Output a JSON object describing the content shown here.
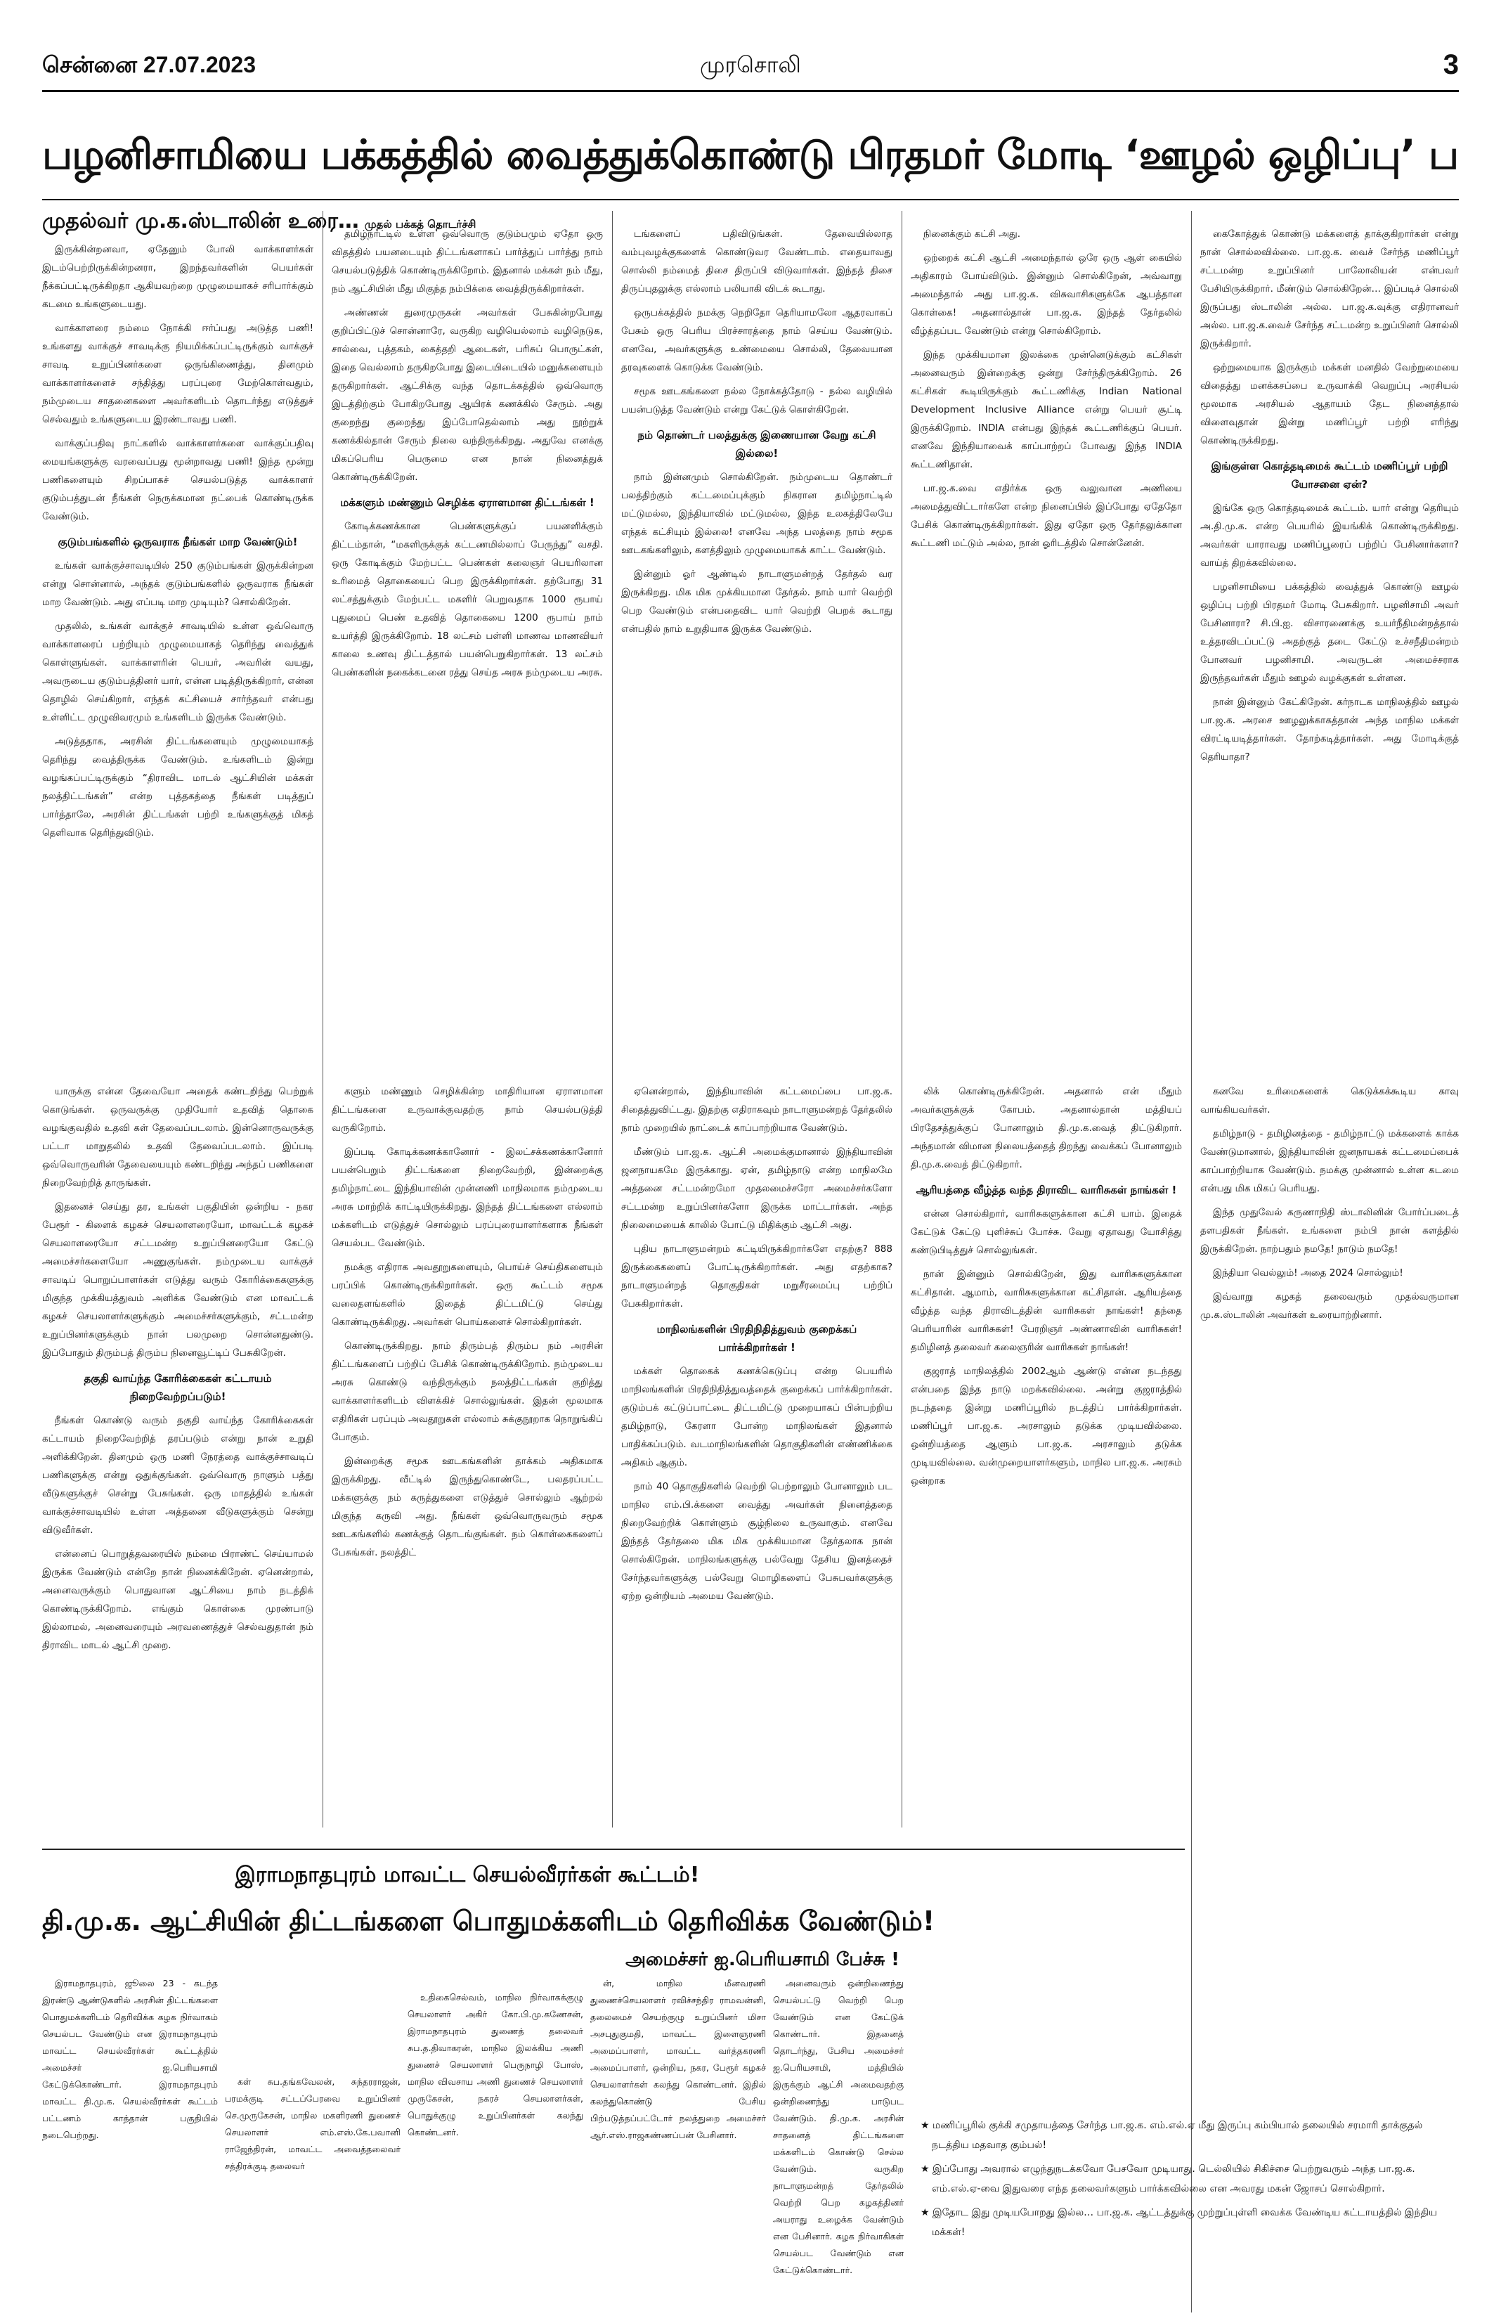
{
  "masthead": {
    "date": "சென்னை 27.07.2023",
    "paper": "முரசொலி",
    "page": "3"
  },
  "headline": "பழனிசாமியை பக்கத்தில் வைத்துக்கொண்டு பிரதமர் மோடி ‘ஊழல் ஒழிப்பு’ பற்றிப் பேசுவதா?",
  "kicker": {
    "title": "முதல்வர் மு.க.ஸ்டாலின் உரை…",
    "cont": "முதல் பக்கத் தொடர்ச்சி"
  },
  "columns": {
    "c1a": [
      "இருக்கின்றனவா, ஏதேனும் போலி வாக்காளர்கள் இடம்பெற்றிருக்கின்றனரா, இறந்தவர்களின் பெயர்கள் நீக்கப்பட்டிருக்கிறதா ஆகியவற்றை முழுமையாகச் சரிபார்க்கும் கடமை உங்களுடையது.",
      "வாக்காளரை நம்மை நோக்கி ஈர்ப்பது அடுத்த பணி! உங்களது வாக்குச் சாவடிக்கு நியமிக்கப்பட்டிருக்கும் வாக்குச் சாவடி உறுப்பினர்களை ஒருங்கிணைத்து, தினமும் வாக்காளர்களைச் சந்தித்து பரப்புரை மேற்கொள்வதும், நம்முடைய சாதனைகளை அவர்களிடம் தொடர்ந்து எடுத்துச் செல்வதும் உங்களுடைய இரண்டாவது பணி.",
      "வாக்குப்பதிவு நாட்களில் வாக்காளர்களை வாக்குப்பதிவு மையங்களுக்கு வரவைப்பது மூன்றாவது பணி! இந்த மூன்று பணிகளையும் சிறப்பாகச் செயல்படுத்த வாக்காளர் குடும்பத்துடன் நீங்கள் நெருக்கமான நட்பைக் கொண்டிருக்க வேண்டும்."
    ],
    "c1a_sub": "குடும்பங்களில் ஒருவராக நீங்கள் மாற வேண்டும்!",
    "c1b": [
      "உங்கள் வாக்குச்சாவடியில் 250 குடும்பங்கள் இருக்கின்றன என்று சொன்னால், அந்தக் குடும்பங்களில் ஒருவராக நீங்கள் மாற வேண்டும். அது எப்படி மாற முடியும்? சொல்கிறேன்.",
      "முதலில், உங்கள் வாக்குச் சாவடியில் உள்ள ஒவ்வொரு வாக்காளரைப் பற்றியும் முழுமையாகத் தெரிந்து வைத்துக் கொள்ளுங்கள். வாக்காளரின் பெயர், அவரின் வயது, அவருடைய குடும்பத்தினர் யார், என்ன படித்திருக்கிறார், என்ன தொழில் செய்கிறார், எந்தக் கட்சியைச் சார்ந்தவர் என்பது உள்ளிட்ட முழுவிவரமும் உங்களிடம் இருக்க வேண்டும்.",
      "அடுத்ததாக, அரசின் திட்டங்களையும் முழுமையாகத் தெரிந்து வைத்திருக்க வேண்டும். உங்களிடம் இன்று வழங்கப்பட்டிருக்கும் “திராவிட மாடல் ஆட்சியின் மக்கள் நலத்திட்டங்கள்” என்ற புத்தகத்தை நீங்கள் படித்துப் பார்த்தாலே, அரசின் திட்டங்கள் பற்றி உங்களுக்குத் மிகத் தெளிவாக தெரிந்துவிடும்."
    ],
    "c2a": [
      "தமிழ்நாட்டில் உள்ள ஒவ்வொரு குடும்பமும் ஏதோ ஒரு விதத்தில் பயனடையும் திட்டங்களாகப் பார்த்துப் பார்த்து நாம் செயல்படுத்திக் கொண்டிருக்கிறோம். இதனால் மக்கள் நம் மீது, நம் ஆட்சியின் மீது மிகுந்த நம்பிக்கை வைத்திருக்கிறார்கள்.",
      "அண்ணன் துரைமுருகன் அவர்கள் பேசுகின்றபோது குறிப்பிட்டுச் சொன்னாரே, வருகிற வழியெல்லாம் வழிநெடுக, சால்வை, புத்தகம், கைத்தறி ஆடைகள், பரிசுப் பொருட்கள், இதை வெல்லாம் தருகிறபோது இடையிடையில் மனுக்களையும் தருகிறார்கள். ஆட்சிக்கு வந்த தொடக்கத்தில் ஒவ்வொரு இடத்திற்கும் போகிறபோது ஆயிரக் கணக்கில் சேரும். அது குறைந்து குறைந்து இப்போதெல்லாம் அது நூற்றுக் கணக்கில்தான் சேரும் நிலை வந்திருக்கிறது. அதுவே எனக்கு மிகப்பெரிய பெருமை என நான் நினைத்துக் கொண்டிருக்கிறேன்."
    ],
    "c2a_sub": "மக்களும் மண்ணும் செழிக்க ஏராளமான திட்டங்கள் !",
    "c2b": [
      "கோடிக்கணக்கான பெண்களுக்குப் பயனளிக்கும் திட்டம்தான், “மகளிருக்குக் கட்டணமில்லாப் பேருந்து” வசதி. ஒரு கோடிக்கும் மேற்பட்ட பெண்கள் கலைஞர் பெயரிலான உரிமைத் தொகையைப் பெற இருக்கிறார்கள். தற்போது 31 லட்சத்துக்கும் மேற்பட்ட மகளிர் பெறுவதாக 1000 ரூபாய் புதுமைப் பெண் உதவித் தொகையை 1200 ரூபாய் நாம் உயர்த்தி இருக்கிறோம். 18 லட்சம் பள்ளி மாணவ மாணவியர் காலை உணவு திட்டத்தால் பயன்பெறுகிறார்கள். 13 லட்சம் பெண்களின் நகைக்கடனை ரத்து செய்த அரசு நம்முடைய அரசு."
    ],
    "c3a": [
      "டங்களைப் பதிவிடுங்கள். தேவையில்லாத வம்புவழக்குகளைக் கொண்டுவர வேண்டாம். எதையாவது சொல்லி நம்மைத் திசை திருப்பி விடுவார்கள். இந்தத் திசை திருப்புதலுக்கு எல்லாம் பலியாகி விடக் கூடாது.",
      "ஒருபக்கத்தில் நமக்கு நெறிதோ தெரியாமலோ ஆதரவாகப் பேசும் ஒரு பெரிய பிரச்சாரத்தை நாம் செய்ய வேண்டும். எனவே, அவர்களுக்கு உண்மையை சொல்லி, தேவையான தரவுகளைக் கொடுக்க வேண்டும்.",
      "சமூக ஊடகங்களை நல்ல நோக்கத்தோடு - நல்ல வழியில் பயன்படுத்த வேண்டும் என்று கேட்டுக் கொள்கிறேன்."
    ],
    "c3a_sub": "நம் தொண்டர் பலத்துக்கு இணையான வேறு கட்சி இல்லை!",
    "c3b": [
      "நாம் இன்னமும் சொல்கிறேன். நம்முடைய தொண்டர் பலத்திற்கும் கட்டமைப்புக்கும் நிகரான தமிழ்நாட்டில் மட்டுமல்ல, இந்தியாவில் மட்டுமல்ல, இந்த உலகத்திலேயே எந்தக் கட்சியும் இல்லை! எனவே அந்த பலத்தை நாம் சமூக ஊடகங்களிலும், களத்திலும் முழுமையாகக் காட்ட வேண்டும்.",
      "இன்னும் ஓர் ஆண்டில் நாடாளுமன்றத் தேர்தல் வர இருக்கிறது. மிக மிக முக்கியமான தேர்தல். நாம் யார் வெற்றி பெற வேண்டும் என்பதைவிட யார் வெற்றி பெறக் கூடாது என்பதில் நாம் உறுதியாக இருக்க வேண்டும்."
    ],
    "c4a": [
      "நினைக்கும் கட்சி அது.",
      "ஒற்றைக் கட்சி ஆட்சி அமைந்தால் ஒரே ஒரு ஆள் கையில் அதிகாரம் போய்விடும். இன்னும் சொல்கிறேன், அவ்வாறு அமைந்தால் அது பா.ஜ.க. விசுவாசிகளுக்கே ஆபத்தான கொள்கை! அதனால்தான் பா.ஜ.க. இந்தத் தேர்தலில் வீழ்த்தப்பட வேண்டும் என்று சொல்கிறோம்.",
      "இந்த முக்கியமான இலக்கை முன்னெடுக்கும் கட்சிகள் அனைவரும் இன்றைக்கு ஒன்று சேர்ந்திருக்கிறோம். 26 கட்சிகள் கூடியிருக்கும் கூட்டணிக்கு Indian National Development Inclusive Alliance என்று பெயர் சூட்டி இருக்கிறோம். INDIA என்பது இந்தக் கூட்டணிக்குப் பெயர். எனவே இந்தியாவைக் காப்பாற்றப் போவது இந்த INDIA கூட்டணிதான்.",
      "பா.ஜ.க.வை எதிர்க்க ஒரு வலுவான அணியை அமைத்துவிட்டார்களே என்ற நினைப்பில் இப்போது ஏதேதோ பேசிக் கொண்டிருக்கிறார்கள். இது ஏதோ ஒரு தேர்தலுக்கான கூட்டணி மட்டும் அல்ல, நான் ஓரிடத்தில் சொன்னேன்."
    ],
    "c5a": [
      "கைகோத்துக் கொண்டு மக்களைத் தாக்குகிறார்கள் என்று நான் சொல்லவில்லை. பா.ஜ.க. வைச் சேர்ந்த மணிப்பூர் சட்டமன்ற உறுப்பினர் பாலோலியன் என்பவர் பேசியிருக்கிறார். மீண்டும் சொல்கிறேன்… இப்படிச் சொல்லி இருப்பது ஸ்டாலின் அல்ல. பா.ஜ.க.வுக்கு எதிரானவர் அல்ல. பா.ஜ.க.வைச் சேர்ந்த சட்டமன்ற உறுப்பினர் சொல்லி இருக்கிறார்.",
      "ஒற்றுமையாக இருக்கும் மக்கள் மனதில் வேற்றுமையை விதைத்து மனக்கசப்பை உருவாக்கி வெறுப்பு அரசியல் மூலமாக அரசியல் ஆதாயம் தேட நினைத்தால் விளைவுதான் இன்று மணிப்பூர் பற்றி எரிந்து கொண்டிருக்கிறது."
    ],
    "c5a_sub": "இங்குள்ள கொத்தடிமைக் கூட்டம் மணிப்பூர் பற்றி யோசனை ஏன்?",
    "c5b": [
      "இங்கே ஒரு கொத்தடிமைக் கூட்டம். யார் என்று தெரியும் அ.தி.மு.க. என்ற பெயரில் இயங்கிக் கொண்டிருக்கிறது. அவர்கள் யாராவது மணிப்பூரைப் பற்றிப் பேசினார்களா? வாய்த் திறக்கவில்லை.",
      "பழனிசாமியை பக்கத்தில் வைத்துக் கொண்டு ஊழல் ஒழிப்பு பற்றி பிரதமர் மோடி பேசுகிறார். பழனிசாமி அவர் பேசினாரா? சி.பி.ஐ. விசாரணைக்கு உயர்நீதிமன்றத்தால் உத்தரவிடப்பட்டு அதற்குத் தடை கேட்டு உச்சநீதிமன்றம் போனவர் பழனிசாமி. அவருடன் அமைச்சராக இருந்தவர்கள் மீதும் ஊழல் வழக்குகள் உள்ளன.",
      "நான் இன்னும் கேட்கிறேன். கர்நாடக மாநிலத்தில் ஊழல் பா.ஜ.க. அரசை ஊழலுக்காகத்தான் அந்த மாநில மக்கள் விரட்டியடித்தார்கள். தோற்கடித்தார்கள். அது மோடிக்குத் தெரியாதா?"
    ],
    "r2c1": [
      "யாருக்கு என்ன தேவையோ அதைக் கண்டறிந்து பெற்றுக் கொடுங்கள். ஒருவருக்கு முதியோர் உதவித் தொகை வழங்குவதில் உதவி கள் தேவைப்படலாம். இன்னொருவருக்கு பட்டா மாறுதலில் உதவி தேவைப்படலாம். இப்படி ஒவ்வொருவரின் தேவையையும் கண்டறிந்து அந்தப் பணிகளை நிறைவேற்றித் தாருங்கள்.",
      "இதனைச் செய்து தர, உங்கள் பகுதியின் ஒன்றிய - நகர பேரூர் - கிளைக் கழகச் செயலாளரையோ, மாவட்டக் கழகச் செயலாளரையோ சட்டமன்ற உறுப்பினரையோ கேட்டு அமைச்சர்களையோ அணுகுங்கள். நம்முடைய வாக்குச் சாவடிப் பொறுப்பாளர்கள் எடுத்து வரும் கோரிக்கைகளுக்கு மிகுந்த முக்கியத்துவம் அளிக்க வேண்டும் என மாவட்டக் கழகச் செயலாளர்களுக்கும் அமைச்சர்களுக்கும், சட்டமன்ற உறுப்பினர்களுக்கும் நான் பலமுறை சொன்னதுண்டு. இப்போதும் திரும்பத் திரும்ப நினைவூட்டிப் பேசுகிறேன்."
    ],
    "r2c1_sub": "தகுதி வாய்ந்த கோரிக்கைகள் கட்டாயம் நிறைவேற்றப்படும்!",
    "r2c1b": [
      "நீங்கள் கொண்டு வரும் தகுதி வாய்ந்த கோரிக்கைகள் கட்டாயம் நிறைவேற்றித் தரப்படும் என்று நான் உறுதி அளிக்கிறேன். தினமும் ஒரு மணி நேரத்தை வாக்குச்சாவடிப் பணிகளுக்கு என்று ஒதுக்குங்கள். ஒவ்வொரு நாளும் பத்து வீடுகளுக்குச் சென்று பேசுங்கள். ஒரு மாதத்தில் உங்கள் வாக்குச்சாவடியில் உள்ள அத்தனை வீடுகளுக்கும் சென்று விடுவீர்கள்.",
      "என்னைப் பொறுத்தவரையில் நம்மை பிராண்ட் செய்யாமல் இருக்க வேண்டும் என்றே நான் நினைக்கிறேன். ஏனென்றால், அனைவருக்கும் பொதுவான ஆட்சியை நாம் நடத்திக் கொண்டிருக்கிறோம். எங்கும் கொள்கை முரண்பாடு இல்லாமல், அனைவரையும் அரவணைத்துச் செல்வதுதான் நம் திராவிட மாடல் ஆட்சி முறை."
    ],
    "r2c2": [
      "களும் மண்ணும் செழிக்கின்ற மாதிரியான ஏராளமான திட்டங்களை உருவாக்குவதற்கு நாம் செயல்படுத்தி வருகிறோம்.",
      "இப்படி கோடிக்கணக்கானோர் - இலட்சக்கணக்கானோர் பயன்பெறும் திட்டங்களை நிறைவேற்றி, இன்றைக்கு தமிழ்நாட்டை இந்தியாவின் முன்னணி மாநிலமாக நம்முடைய அரசு மாற்றிக் காட்டியிருக்கிறது. இந்தத் திட்டங்களை எல்லாம் மக்களிடம் எடுத்துச் சொல்லும் பரப்புரையாளர்களாக நீங்கள் செயல்பட வேண்டும்.",
      "நமக்கு எதிராக அவதூறுகளையும், பொய்ச் செய்திகளையும் பரப்பிக் கொண்டிருக்கிறார்கள். ஒரு கூட்டம் சமூக வலைதளங்களில் இதைத் திட்டமிட்டு செய்து கொண்டிருக்கிறது. அவர்கள் பொய்களைச் சொல்கிறார்கள்.",
      "கொண்டிருக்கிறது. நாம் திரும்பத் திரும்ப நம் அரசின் திட்டங்களைப் பற்றிப் பேசிக் கொண்டிருக்கிறோம். நம்முடைய அரசு கொண்டு வந்திருக்கும் நலத்திட்டங்கள் குறித்து வாக்காளர்களிடம் விளக்கிச் சொல்லுங்கள். இதன் மூலமாக எதிரிகள் பரப்பும் அவதூறுகள் எல்லாம் சுக்குநூறாக நொறுங்கிப் போகும்.",
      "இன்றைக்கு சமூக ஊடகங்களின் தாக்கம் அதிகமாக இருக்கிறது. வீட்டில் இருந்துகொண்டே, பலதரப்பட்ட மக்களுக்கு நம் கருத்துகளை எடுத்துச் சொல்லும் ஆற்றல் மிகுந்த கருவி அது. நீங்கள் ஒவ்வொருவரும் சமூக ஊடகங்களில் கணக்குத் தொடங்குங்கள். நம் கொள்கைகளைப் பேசுங்கள். நலத்திட்"
    ],
    "r2c3": [
      "ஏனென்றால், இந்தியாவின் கட்டமைப்பை பா.ஜ.க. சிதைத்துவிட்டது. இதற்கு எதிராகவும் நாடாளுமன்றத் தேர்தலில் நாம் முறையில் நாட்டைக் காப்பாற்றியாக வேண்டும்.",
      "மீண்டும் பா.ஜ.க. ஆட்சி அமைக்குமானால் இந்தியாவின் ஜனநாயகமே இருக்காது. ஏன், தமிழ்நாடு என்ற மாநிலமே அத்தனை சட்டமன்றமோ முதலமைச்சரோ அமைச்சர்களோ சட்டமன்ற உறுப்பினர்களோ இருக்க மாட்டார்கள். அந்த நிலைமையைக் காலில் போட்டு மிதிக்கும் ஆட்சி அது.",
      "புதிய நாடாளுமன்றம் கட்டியிருக்கிறார்களே எதற்கு? 888 இருக்கைகளைப் போட்டிருக்கிறார்கள். அது எதற்காக? நாடாளுமன்றத் தொகுதிகள் மறுசீரமைப்பு பற்றிப் பேசுகிறார்கள்."
    ],
    "r2c3_sub": "மாநிலங்களின் பிரதிநிதித்துவம் குறைக்கப் பார்க்கிறார்கள் !",
    "r2c3b": [
      "மக்கள் தொகைக் கணக்கெடுப்பு என்ற பெயரில் மாநிலங்களின் பிரதிநிதித்துவத்தைக் குறைக்கப் பார்க்கிறார்கள். குடும்பக் கட்டுப்பாட்டை திட்டமிட்டு முறையாகப் பின்பற்றிய தமிழ்நாடு, கேரளா போன்ற மாநிலங்கள் இதனால் பாதிக்கப்படும். வடமாநிலங்களின் தொகுதிகளின் எண்ணிக்கை அதிகம் ஆகும்.",
      "நாம் 40 தொகுதிகளில் வெற்றி பெற்றாலும் போனாலும் பட மாநில எம்.பி.க்களை வைத்து அவர்கள் நினைத்ததை நிறைவேற்றிக் கொள்ளும் சூழ்நிலை உருவாகும். எனவே இந்தத் தேர்தலை மிக மிக முக்கியமான தேர்தலாக நான் சொல்கிறேன். மாநிலங்களுக்கு பல்வேறு தேசிய இனத்தைச் சேர்ந்தவர்களுக்கு பல்வேறு மொழிகளைப் பேசுபவர்களுக்கு ஏற்ற ஒன்றியம் அமைய வேண்டும்."
    ],
    "r2c4": [
      "லிக் கொண்டிருக்கிறேன். அதனால் என் மீதும் அவர்களுக்குக் கோபம். அதனால்தான் மத்தியப் பிரதேசத்துக்குப் போனாலும் தி.மு.க.வைத் திட்டுகிறார். அந்தமான் விமான நிலையத்தைத் திறந்து வைக்கப் போனாலும் தி.மு.க.வைத் திட்டுகிறார்."
    ],
    "r2c4_sub": "ஆரியத்தை வீழ்த்த வந்த திராவிட வாரிசுகள் நாங்கள் !",
    "r2c4b": [
      "என்ன சொல்கிறார், வாரிசுகளுக்கான கட்சி யாம். இதைக் கேட்டுக் கேட்டு புளிச்சுப் போச்சு. வேறு ஏதாவது யோசித்து கண்டுபிடித்துச் சொல்லுங்கள்.",
      "நான் இன்னும் சொல்கிறேன், இது வாரிசுகளுக்கான கட்சிதான். ஆமாம், வாரிசுகளுக்கான கட்சிதான். ஆரியத்தை வீழ்த்த வந்த திராவிடத்தின் வாரிசுகள் நாங்கள்! தந்தை பெரியாரின் வாரிசுகள்! பேரறிஞர் அண்ணாவின் வாரிசுகள்! தமிழினத் தலைவர் கலைஞரின் வாரிசுகள் நாங்கள்!",
      "குஜராத் மாநிலத்தில் 2002ஆம் ஆண்டு என்ன நடந்தது என்பதை இந்த நாடு மறக்கவில்லை. அன்று குஜராத்தில் நடந்ததை இன்று மணிப்பூரில் நடத்திப் பார்க்கிறார்கள். மணிப்பூர் பா.ஜ.க. அரசாலும் தடுக்க முடியவில்லை. ஒன்றியத்தை ஆளும் பா.ஜ.க. அரசாலும் தடுக்க முடியவில்லை. வன்முறையாளர்களும், மாநில பா.ஜ.க. அரசும் ஒன்றாக"
    ],
    "r2c5": [
      "கனவே உரிமைகளைக் கெடுக்கக்கூடிய காவு வாங்கியவர்கள்.",
      "தமிழ்நாடு - தமிழினத்தை - தமிழ்நாட்டு மக்களைக் காக்க வேண்டுமானால், இந்தியாவின் ஜனநாயகக் கட்டமைப்பைக் காப்பாற்றியாக வேண்டும். நமக்கு முன்னால் உள்ள கடமை என்பது மிக மிகப் பெரியது.",
      "இந்த முதுவேல் கருணாநிதி ஸ்டாலினின் போர்ப்படைத் தளபதிகள் நீங்கள். உங்களை நம்பி நான் களத்தில் இருக்கிறேன். நாற்பதும் நமதே! நாடும் நமதே!",
      "இந்தியா வெல்லும்! அதை 2024 சொல்லும்!",
      "இவ்வாறு கழகத் தலைவரும் முதல்வருமான மு.க.ஸ்டாலின் அவர்கள் உரையாற்றினார்."
    ]
  },
  "story2": {
    "title1": "இராமநாதபுரம் மாவட்ட செயல்வீரர்கள் கூட்டம்!",
    "title2": "தி.மு.க. ஆட்சியின் திட்டங்களை பொதுமக்களிடம் தெரிவிக்க வேண்டும்!",
    "byline": "அமைச்சர் ஐ.பெரியசாமி பேச்சு !",
    "cols": [
      "இராமநாதபுரம், ஜூலை 23 - கடந்த இரண்டு ஆண்டுகளில் அரசின் திட்டங்களை பொதுமக்களிடம் தெரிவிக்க கழக நிர்வாகம் செயல்பட வேண்டும் என இராமநாதபுரம் மாவட்ட செயல்வீரர்கள் கூட்டத்தில் அமைச்சர் ஐ.பெரியசாமி கேட்டுக்கொண்டார். இராமநாதபுரம் மாவட்ட தி.மு.க. செயல்வீரர்கள் கூட்டம் பட்டணம் காத்தான் பகுதியில் நடைபெற்றது.",
      "கள் சுப.தங்கவேலன், சுந்தரராஜன், பரமக்குடி சட்டப்பேரவை உறுப்பினர் செ.முருகேசன், மாநில மகளிரணி துணைச் செயலாளர் எம்.எஸ்.கே.பவானி ராஜேந்திரன், மாவட்ட அவைத்தலைவர் சத்திரக்குடி தலைவர்",
      "உதிகைசெல்வம், மாநில நிர்வாகக்குழு செயலாளர் அகிர் கோ.பி.மு.கணேசன், இராமநாதபுரம் துணைத் தலைவர் சுப.த.திவாகரன், மாநில இலக்கிய அணி துணைச் செயலாளர் பெருநாழி போஸ், மாநில விவசாய அணி துணைச் செயலாளர் முருகேசன், நகரச் செயலாளர்கள், பொதுக்குழு உறுப்பினர்கள் கலந்து கொண்டனர்.",
      "ன், மாநில மீனவரணி துணைச்செயலாளர் ரவிச்சந்திர ராமவன்னி, தலைமைச் செயற்குழு உறுப்பினர் மிசா அசபுதுகுமதி, மாவட்ட இளைஞரணி அமைப்பாளர், மாவட்ட வர்த்தகரணி அமைப்பாளர், ஒன்றிய, நகர, பேரூர் கழகச் செயலாளர்கள் கலந்து கொண்டனர். இதில் கலந்துகொண்டு பேசிய பிற்படுத்தப்பட்டோர் நலத்துறை அமைச்சர் ஆர்.எஸ்.ராஜகண்ணப்பன் பேசினார்.",
      "அனைவரும் ஒன்றிணைந்து செயல்பட்டு வெற்றி பெற வேண்டும் என கேட்டுக் கொண்டார். இதனைத் தொடர்ந்து, பேசிய அமைச்சர் ஐ.பெரியசாமி, மத்தியில் இருக்கும் ஆட்சி அமைவதற்கு ஒன்றிணைந்து பாடுபட வேண்டும். தி.மு.க. அரசின் சாதனைத் திட்டங்களை மக்களிடம் கொண்டு செல்ல வேண்டும். வருகிற நாடாளுமன்றத் தேர்தலில் வெற்றி பெற கழகத்தினர் அயராது உழைக்க வேண்டும் என பேசினார். கழக நிர்வாகிகள் செயல்பட வேண்டும் என கேட்டுக்கொண்டார்."
    ]
  },
  "bullets": [
    "★ மணிப்பூரில் குக்கி சமுதாயத்தை சேர்ந்த பா.ஜ.க. எம்.எல்.ஏ மீது இருப்பு கம்பியால் தலையில் சரமாரி தாக்குதல் நடத்திய மதவாத கும்பல்!",
    "★ இப்போது அவரால் எழுந்துநடக்கவோ பேசவோ முடியாது. டெல்லியில் சிகிச்சை பெற்றுவரும் அந்த பா.ஜ.க. எம்.எல்.ஏ-வை இதுவரை எந்த தலைவர்களும் பார்க்கவில்லை என அவரது மகன் ஜோசப் சொல்கிறார்.",
    "★ இதோட இது முடியபோறது இல்ல… பா.ஜ.க. ஆட்டத்துக்கு முற்றுப்புள்ளி வைக்க வேண்டிய கட்டாயத்தில் இந்திய மக்கள்!"
  ]
}
